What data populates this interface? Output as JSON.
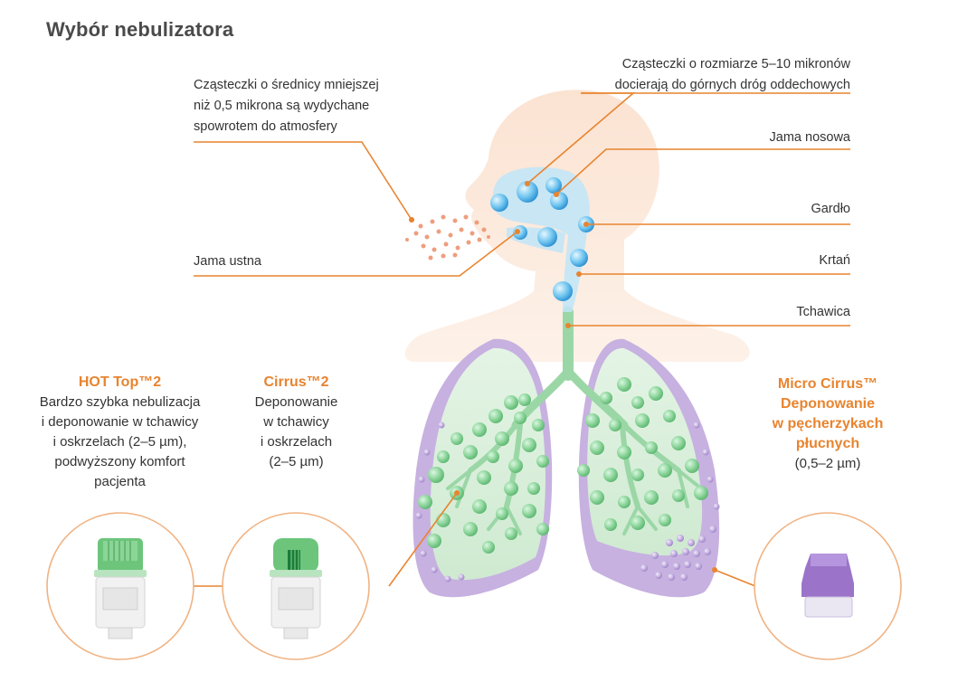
{
  "title": "Wybór nebulizatora",
  "labels": {
    "exhaled": [
      "Cząsteczki o średnicy mniejszej",
      "niż 0,5 mikrona są wydychane",
      "spowrotem do atmosfery"
    ],
    "upper": [
      "Cząsteczki o rozmiarze 5–10 mikronów",
      "docierają do górnych dróg oddechowych"
    ],
    "nasal": "Jama nosowa",
    "throat": "Gardło",
    "larynx": "Krtań",
    "trachea": "Tchawica",
    "mouth": "Jama ustna"
  },
  "products": [
    {
      "name": "HOT Top™2",
      "lines": [
        "Bardzo szybka nebulizacja",
        "i deponowanie w tchawicy",
        "i oskrzelach  (2–5 µm),",
        "podwyższony komfort",
        "pacjenta"
      ]
    },
    {
      "name": "Cirrus™2",
      "lines": [
        "Deponowanie",
        "w tchawicy",
        "i oskrzelach",
        "(2–5 µm)"
      ]
    },
    {
      "name_lines": [
        "Micro Cirrus™",
        "Deponowanie",
        "w pęcherzykach",
        "płucnych"
      ],
      "size": "(0,5–2 µm)"
    }
  ],
  "colors": {
    "accent": "#e8842f",
    "lung_green": "#7ecb8e",
    "alveoli_purple": "#a98fcf",
    "airway_blue": "#5bb8ea",
    "silhouette": "#fbe3d2"
  }
}
